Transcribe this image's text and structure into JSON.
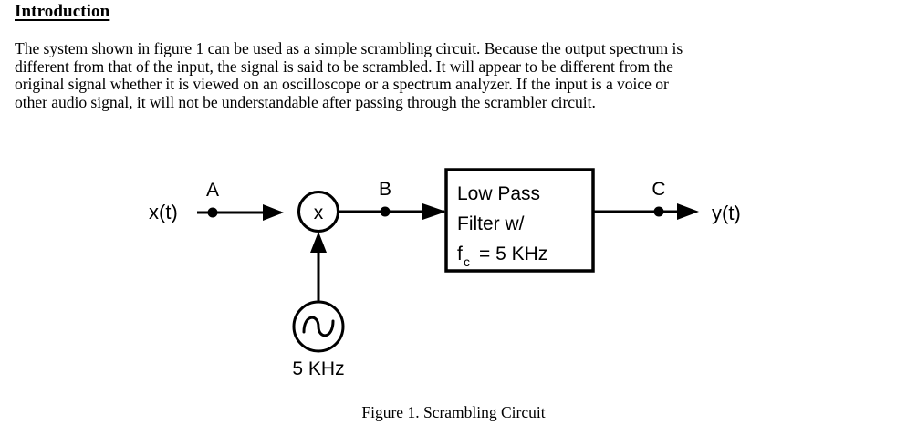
{
  "document": {
    "heading": "Introduction",
    "paragraph_lines": [
      "The system shown in figure 1 can be used as a simple scrambling circuit.  Because the output spectrum is",
      "different from that of the input,  the signal is said to be scrambled.   It will appear to be different from the",
      "original signal whether it is viewed on an oscilloscope or a spectrum analyzer.  If the input is a voice  or",
      "other audio signal,  it will not be understandable after passing through the scrambler circuit."
    ],
    "figure_caption": "Figure 1.  Scrambling Circuit"
  },
  "diagram": {
    "input_label": "x(t)",
    "output_label": "y(t)",
    "node_a": "A",
    "node_b": "B",
    "node_c": "C",
    "multiplier_symbol": "x",
    "filter_line1": "Low  Pass",
    "filter_line2": "Filter  w/",
    "filter_line3_var": "f",
    "filter_line3_sub": "c",
    "filter_line3_rest": "=  5 KHz",
    "oscillator_label": "5 KHz",
    "oscillator_symbol": "sine-wave",
    "ink_color": "#000000",
    "background_color": "#ffffff"
  }
}
